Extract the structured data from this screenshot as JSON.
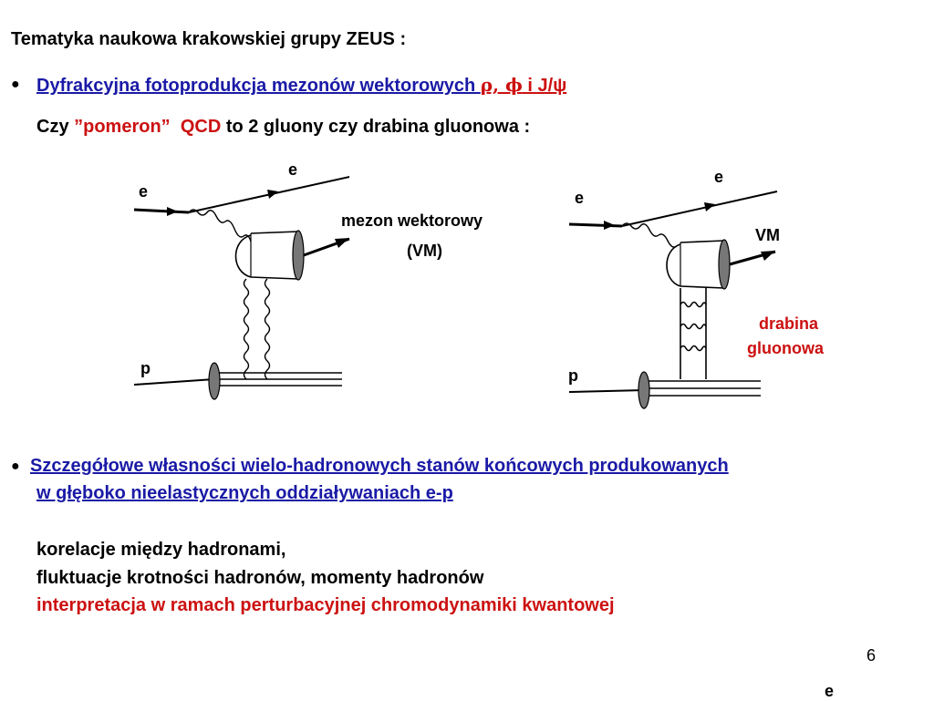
{
  "slide": {
    "title": "Tematyka naukowa krakowskiej grupy ZEUS :",
    "bullet1": {
      "marker": "●",
      "text": "Dyfrakcyjna fotoprodukcja mezonów wektorowych ",
      "symbols": "ρ, ϕ",
      "conj": " i ",
      "jpsi": "J/ψ"
    },
    "question": {
      "czy": "Czy ",
      "pomeron": "”pomeron”",
      "qcd": "QCD",
      "rest": " to 2 gluony czy drabina gluonowa :"
    },
    "diagram1": {
      "e_in": "e",
      "e_out": "e",
      "p": "p",
      "vm_label_1": "mezon wektorowy",
      "vm_label_2": "(VM)"
    },
    "diagram2": {
      "e_in": "e",
      "e_out": "e",
      "p": "p",
      "vm_label": "VM",
      "ladder_label_1": "drabina",
      "ladder_label_2": "gluonowa"
    },
    "bullet2": {
      "marker": "●",
      "line1": "Szczegółowe własności wielo-hadronowych stanów końcowych produkowanych",
      "line2": "w głęboko nieelastycznych oddziaływaniach e-p"
    },
    "items": {
      "line1": "korelacje między hadronami,",
      "line2": "fluktuacje krotności hadronów, momenty hadronów",
      "line3": "interpretacja w ramach perturbacyjnej chromodynamiki kwantowej"
    },
    "page_number": "6",
    "footer_e": "e",
    "colors": {
      "link_blue": "#1a1aa6",
      "accent_red": "#cc1111"
    }
  }
}
